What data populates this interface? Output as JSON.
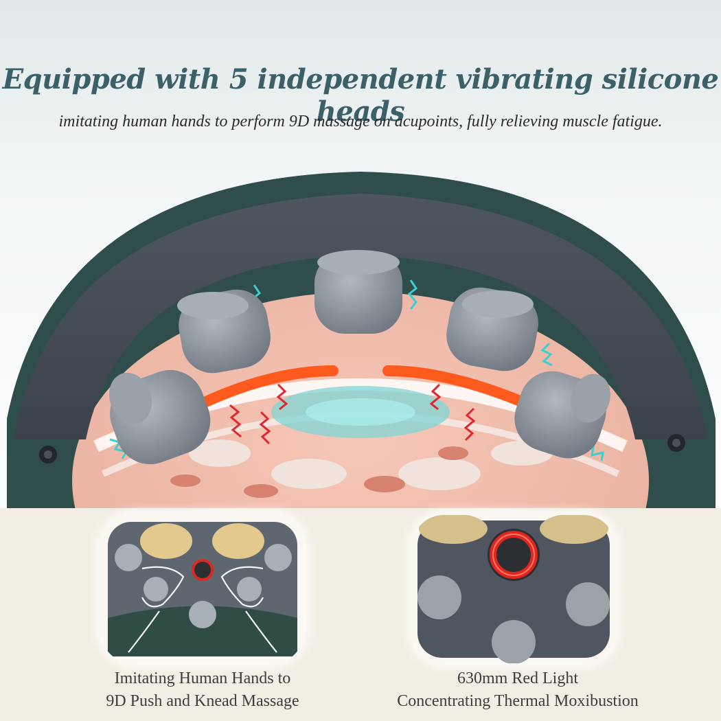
{
  "headline": "Equipped with 5 independent vibrating silicone heads",
  "subhead": "imitating human hands to perform 9D massage on acupoints, fully relieving muscle fatigue.",
  "features": [
    {
      "line1": "Imitating Human Hands to",
      "line2": "9D Push and Knead Massage",
      "icon": "hands-massage-closeup-image"
    },
    {
      "line1": "630mm Red Light",
      "line2": "Concentrating Thermal Moxibustion",
      "icon": "red-light-ring-closeup-image"
    }
  ],
  "colors": {
    "headline": "#3b6068",
    "device_shell": "#2f4d4b",
    "silicone_head": "#8c939c",
    "heat_glow": "#ff5a1e",
    "red_light": "#e0261d",
    "caption_text": "#3d3d3d"
  }
}
